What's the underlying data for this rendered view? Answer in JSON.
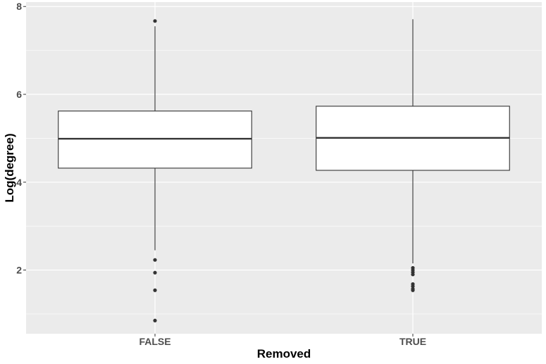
{
  "chart_data": {
    "type": "boxplot",
    "xlabel": "Removed",
    "ylabel": "Log(degree)",
    "categories": [
      "FALSE",
      "TRUE"
    ],
    "y_ticks": [
      2,
      4,
      6,
      8
    ],
    "ylim": [
      0.55,
      8.1
    ],
    "grid": true,
    "boxes": [
      {
        "category": "FALSE",
        "q1": 4.32,
        "median": 4.99,
        "q3": 5.62,
        "whisker_low": 2.45,
        "whisker_high": 7.55,
        "outliers": [
          7.67,
          2.23,
          1.94,
          1.54,
          0.85
        ]
      },
      {
        "category": "TRUE",
        "q1": 4.27,
        "median": 5.01,
        "q3": 5.73,
        "whisker_low": 2.15,
        "whisker_high": 7.71,
        "outliers": [
          2.05,
          2.0,
          1.95,
          1.9,
          1.68,
          1.63,
          1.57,
          1.54
        ]
      }
    ],
    "colors": {
      "panel_background": "#ebebeb",
      "grid_major": "#ffffff",
      "box_fill": "#ffffff",
      "box_stroke": "#333333",
      "outlier": "#333333"
    }
  }
}
